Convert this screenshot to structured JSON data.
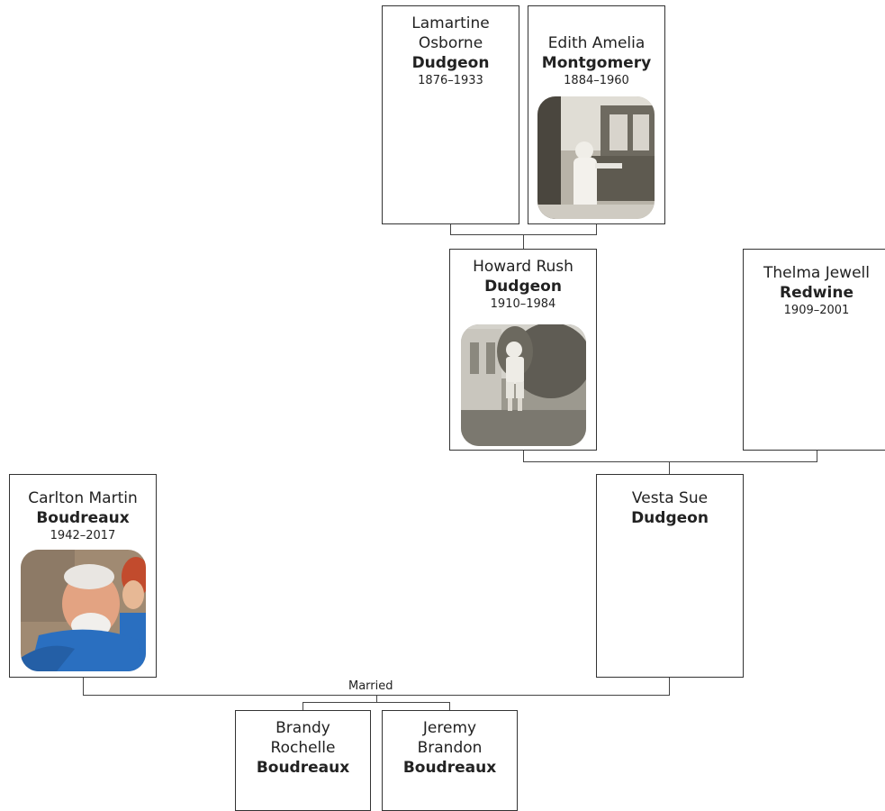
{
  "people": {
    "lamartine": {
      "given": "Lamartine Osborne",
      "surname": "Dudgeon",
      "dates": "1876–1933"
    },
    "edith": {
      "given": "Edith Amelia",
      "surname": "Montgomery",
      "dates": "1884–1960",
      "photo": "photo-of-woman-on-porch"
    },
    "howard": {
      "given": "Howard Rush",
      "surname": "Dudgeon",
      "dates": "1910–1984",
      "photo": "photo-of-child-in-yard"
    },
    "thelma": {
      "given": "Thelma Jewell",
      "surname": "Redwine",
      "dates": "1909–2001"
    },
    "carlton": {
      "given": "Carlton Martin",
      "surname": "Boudreaux",
      "dates": "1942–2017",
      "photo": "photo-of-smiling-couple"
    },
    "vesta": {
      "given": "Vesta Sue",
      "surname": "Dudgeon"
    },
    "brandy": {
      "given": "Brandy Rochelle",
      "surname": "Boudreaux"
    },
    "jeremy": {
      "given": "Jeremy Brandon",
      "surname": "Boudreaux"
    }
  },
  "relationships": {
    "married_label": "Married"
  },
  "colors": {
    "line": "#444444",
    "card_border": "#333333",
    "photo_sepia": "#8a8478",
    "photo_color_shirt": "#2a6fc0"
  }
}
